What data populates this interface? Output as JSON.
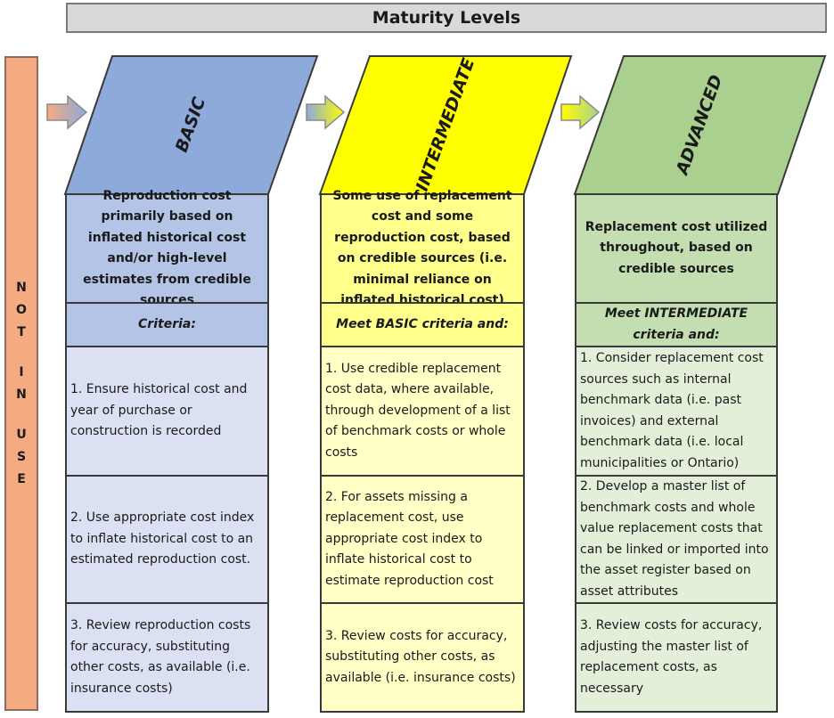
{
  "title": "Maturity Levels",
  "side_label": {
    "words": [
      "NOT",
      "IN",
      "USE"
    ]
  },
  "colors": {
    "basic_fill": "#8eaadb",
    "basic_light": "#dbe1f2",
    "intermediate_fill": "#ffff00",
    "intermediate_light": "#ffffc6",
    "advanced_fill": "#a9d08e",
    "advanced_light": "#e4efda",
    "not_in_use": "#f4ab82"
  },
  "levels": [
    {
      "label": "BASIC",
      "summary": "Reproduction cost primarily based on inflated historical cost and/or high-level estimates from credible sources",
      "criteria": "Criteria:",
      "items": [
        "1. Ensure historical cost  and year of purchase or construction is recorded",
        "2. Use appropriate cost index to inflate historical cost to an estimated reproduction cost.",
        "3.  Review reproduction costs for accuracy, substituting other costs, as available (i.e. insurance costs)"
      ]
    },
    {
      "label": "INTERMEDIATE",
      "summary": "Some use of replacement cost and some reproduction cost, based on credible sources (i.e. minimal reliance on inflated historical cost)",
      "criteria": "Meet BASIC criteria and:",
      "items": [
        "1. Use credible replacement cost data, where available, through development of a list of benchmark costs or whole costs",
        "2.  For assets missing a replacement cost, use appropriate cost index to inflate historical cost to estimate reproduction cost",
        "3. Review costs for accuracy, substituting other costs, as available (i.e. insurance costs)"
      ]
    },
    {
      "label": "ADVANCED",
      "summary": "Replacement cost utilized throughout, based on credible sources",
      "criteria": "Meet INTERMEDIATE criteria and:",
      "items": [
        "1. Consider replacement cost sources such as internal benchmark data (i.e. past invoices) and external benchmark data (i.e. local municipalities or Ontario)",
        "2. Develop a master list of benchmark costs and whole value replacement costs that can be linked or imported into the asset register based on asset attributes",
        "3. Review costs for accuracy, adjusting the master list of replacement costs, as necessary"
      ]
    }
  ]
}
